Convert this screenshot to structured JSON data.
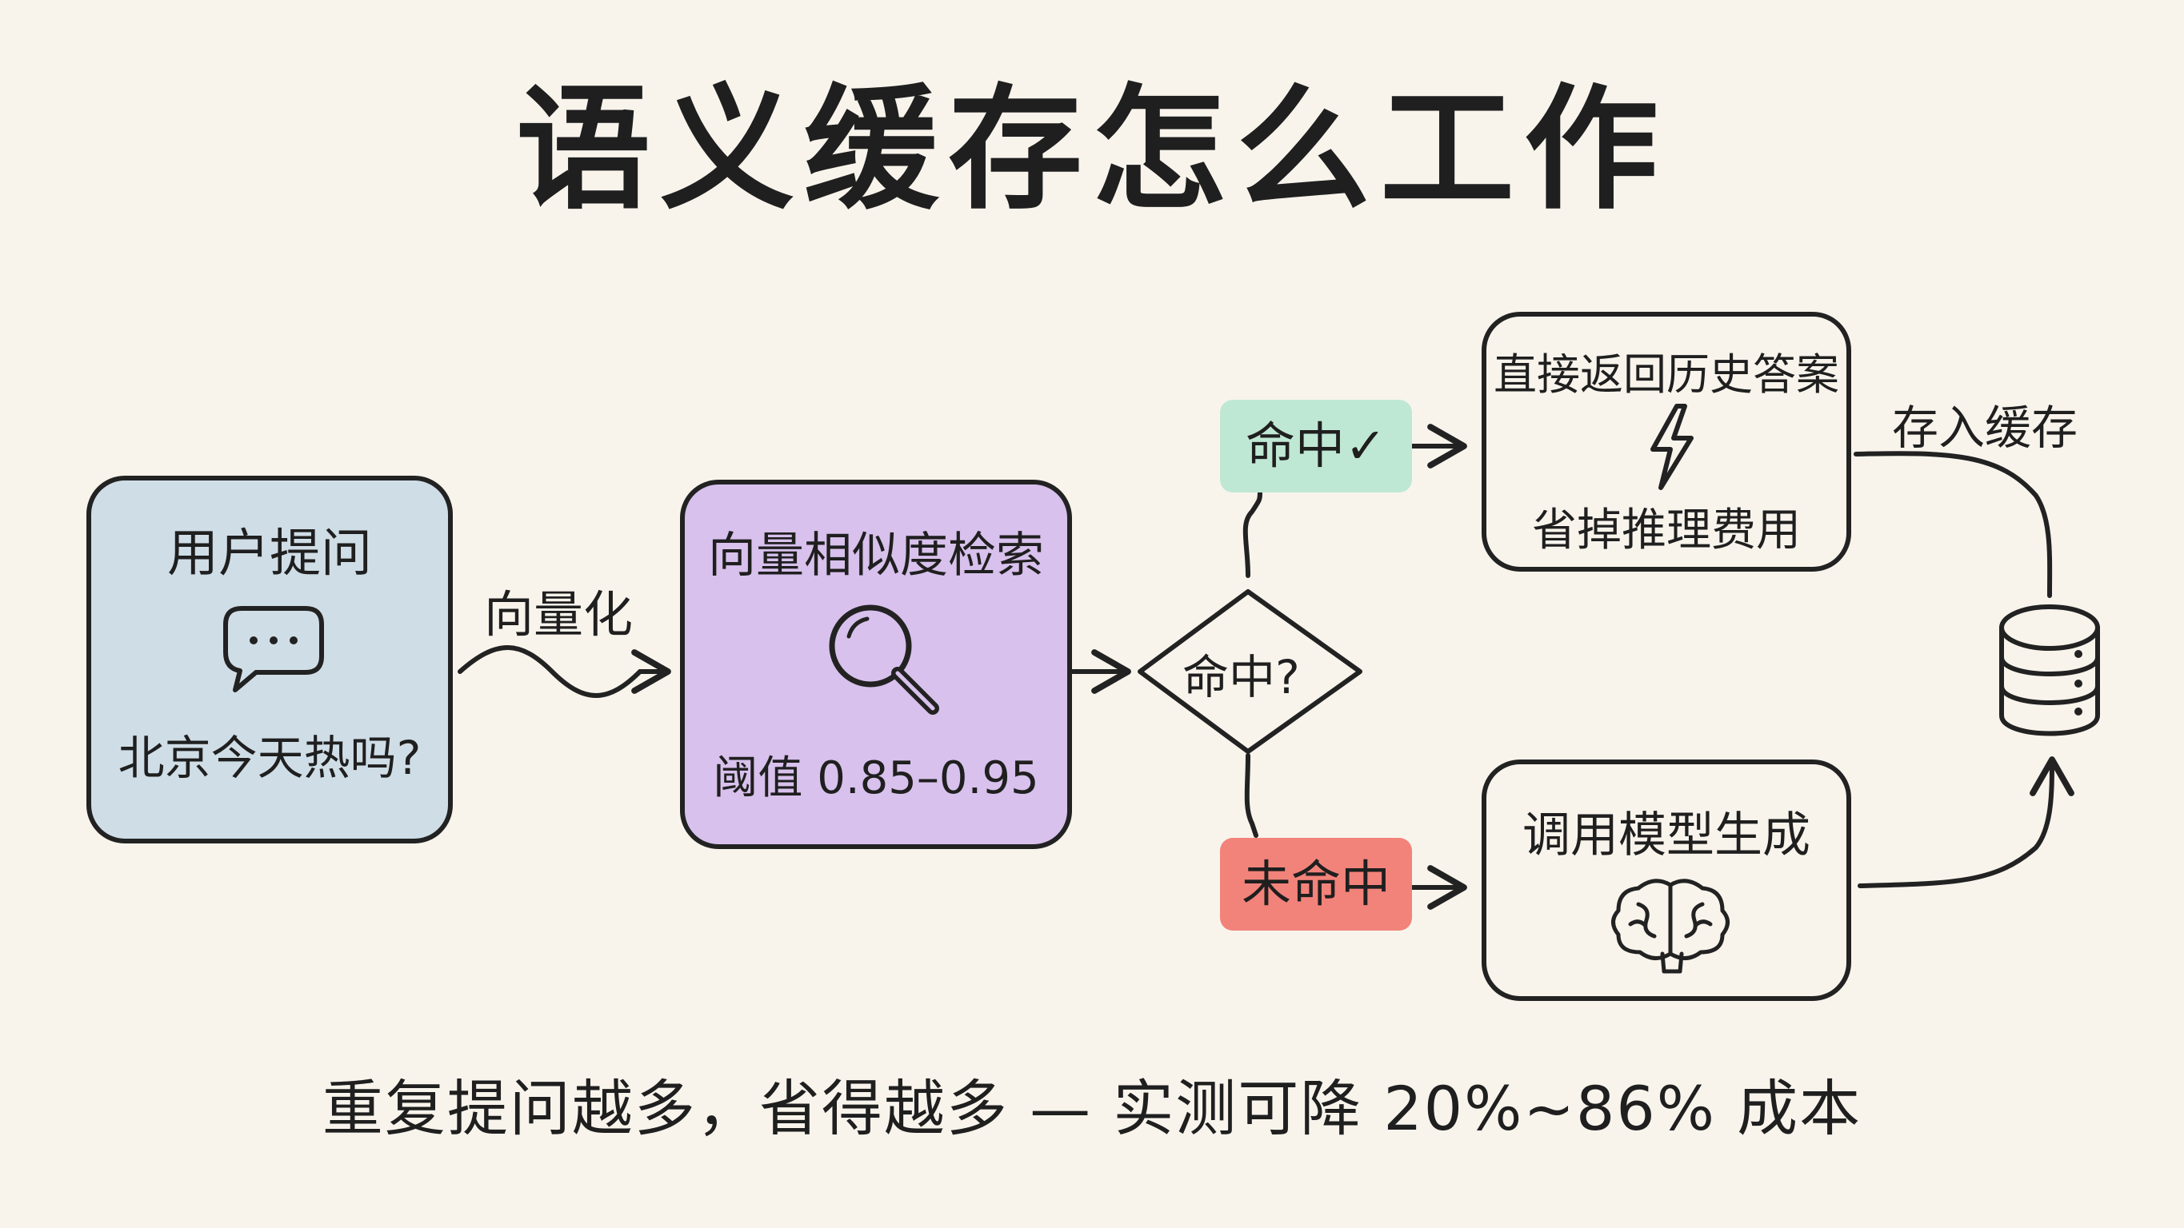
{
  "title": "语义缓存怎么工作",
  "query_box": {
    "heading": "用户提问",
    "icon": "chat-bubble-icon",
    "example": "北京今天热吗?",
    "fill": "#cfdde6"
  },
  "vectorize_label": "向量化",
  "search_box": {
    "heading": "向量相似度检索",
    "icon": "magnifier-icon",
    "threshold": "阈值 0.85–0.95",
    "fill": "#d8c1ec"
  },
  "decision": {
    "label": "命中?"
  },
  "hit": {
    "label": "命中✓",
    "fill": "#bfe8d4"
  },
  "miss": {
    "label": "未命中",
    "fill": "#f2837a"
  },
  "hit_box": {
    "heading": "直接返回历史答案",
    "icon": "lightning-icon",
    "note": "省掉推理费用"
  },
  "miss_box": {
    "heading": "调用模型生成",
    "icon": "brain-icon"
  },
  "store_label": "存入缓存",
  "cache_icon": "database-icon",
  "footer": "重复提问越多，省得越多 — 实测可降 20%~86% 成本"
}
